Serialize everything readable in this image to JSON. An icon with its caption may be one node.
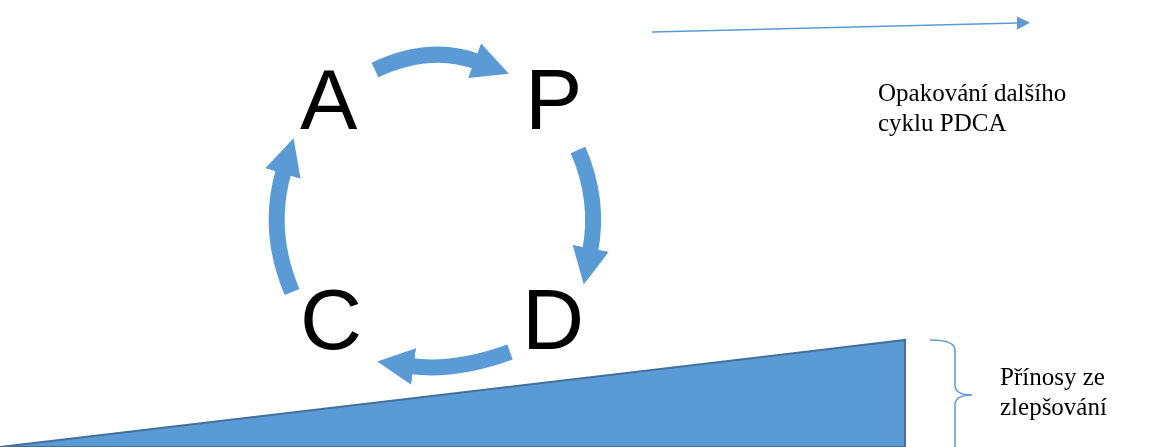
{
  "diagram": {
    "nodes": [
      {
        "text": [
          "A"
        ]
      },
      {
        "text": [
          "P"
        ]
      },
      {
        "text": [
          "D"
        ]
      },
      {
        "text": [
          "C"
        ]
      }
    ],
    "edges": [
      {
        "from": 0,
        "to": 1,
        "arrow": "to"
      },
      {
        "from": 1,
        "to": 2,
        "arrow": "to"
      },
      {
        "from": 2,
        "to": 3,
        "arrow": "to"
      },
      {
        "from": 3,
        "to": 0,
        "arrow": "to"
      }
    ],
    "labels": [
      "Opakování dalšího cyklu PDCA",
      "Přínosy ze zlepšování"
    ]
  }
}
